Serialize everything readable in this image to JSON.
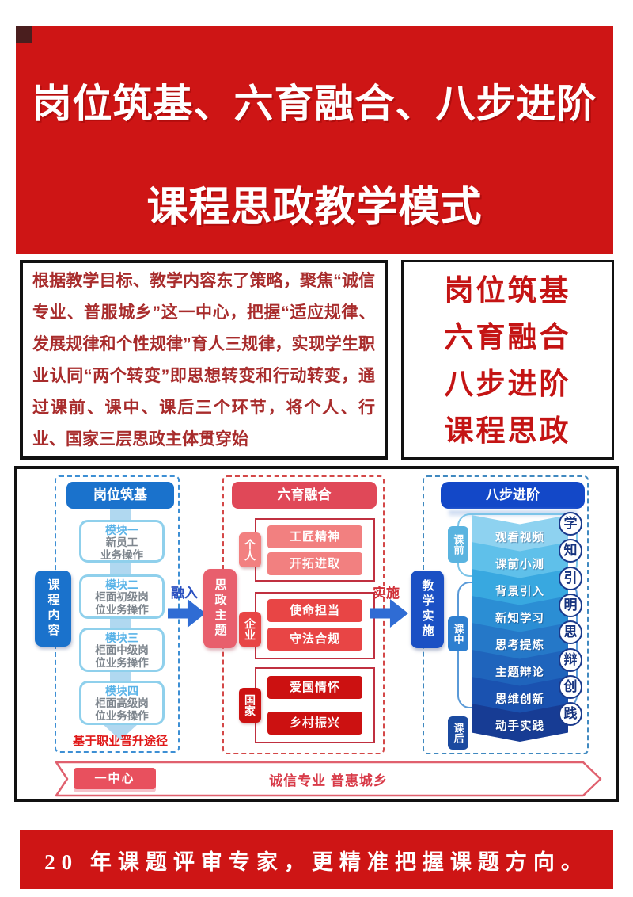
{
  "title": {
    "line1": "岗位筑基、六育融合、八步进阶",
    "line2": "课程思政教学模式"
  },
  "intro": {
    "text": "根据教学目标、教学内容东了策略，聚焦“诚信专业、普服城乡”这一中心，把握“适应规律、发展规律和个性规律”育人三规律，实现学生职业认同“两个转变”即思想转变和行动转变，通过课前、课中、课后三个环节，将个人、行业、国家三层思政主体贯穿始"
  },
  "keywords": [
    "岗位筑基",
    "六育融合",
    "八步进阶",
    "课程思政"
  ],
  "diagram": {
    "left": {
      "header": "岗位筑基",
      "side_label": "课程内容",
      "modules": [
        {
          "title": "模块一",
          "line1": "新员工",
          "line2": "业务操作"
        },
        {
          "title": "模块二",
          "line1": "柜面初级岗",
          "line2": "位业务操作"
        },
        {
          "title": "模块三",
          "line1": "柜面中级岗",
          "line2": "位业务操作"
        },
        {
          "title": "模块四",
          "line1": "柜面高级岗",
          "line2": "位业务操作"
        }
      ],
      "caption": "基于职业晋升途径"
    },
    "arrow1_label": "融入",
    "center": {
      "header": "六育融合",
      "side_label": "思政主题",
      "groups": [
        {
          "tab": "个人",
          "item1": "工匠精神",
          "item2": "开拓进取"
        },
        {
          "tab": "企业",
          "item1": "使命担当",
          "item2": "守法合规"
        },
        {
          "tab": "国家",
          "item1": "爱国情怀",
          "item2": "乡村振兴"
        }
      ]
    },
    "arrow2_label": "实施",
    "right": {
      "header": "八步进阶",
      "side_label": "教学实施",
      "stages": [
        "课前",
        "课中",
        "课后"
      ],
      "steps": [
        {
          "label": "观看视频",
          "badge": "学"
        },
        {
          "label": "课前小测",
          "badge": "知"
        },
        {
          "label": "背景引入",
          "badge": "引"
        },
        {
          "label": "新知学习",
          "badge": "明"
        },
        {
          "label": "思考提炼",
          "badge": "思"
        },
        {
          "label": "主题辩论",
          "badge": "辩"
        },
        {
          "label": "思维创新",
          "badge": "创"
        },
        {
          "label": "动手实践",
          "badge": "践"
        }
      ]
    },
    "bottom_banner": {
      "badge": "一中心",
      "text": "诚信专业 普惠城乡"
    }
  },
  "footer": {
    "text": "20 年课题评审专家，更精准把握课题方向。"
  },
  "colors": {
    "banner_red": "#ce1515",
    "intro_text_red": "#a82c2c",
    "keyword_red": "#c41414",
    "left_blue": "#1a72cc",
    "rose_red": "#e04858",
    "royal_blue": "#1348c8",
    "navy": "#173c94",
    "salmon": "#f28080",
    "mid_red": "#e84545",
    "dark_red": "#cc1111",
    "arrow_blue": "#2f6cd4"
  }
}
